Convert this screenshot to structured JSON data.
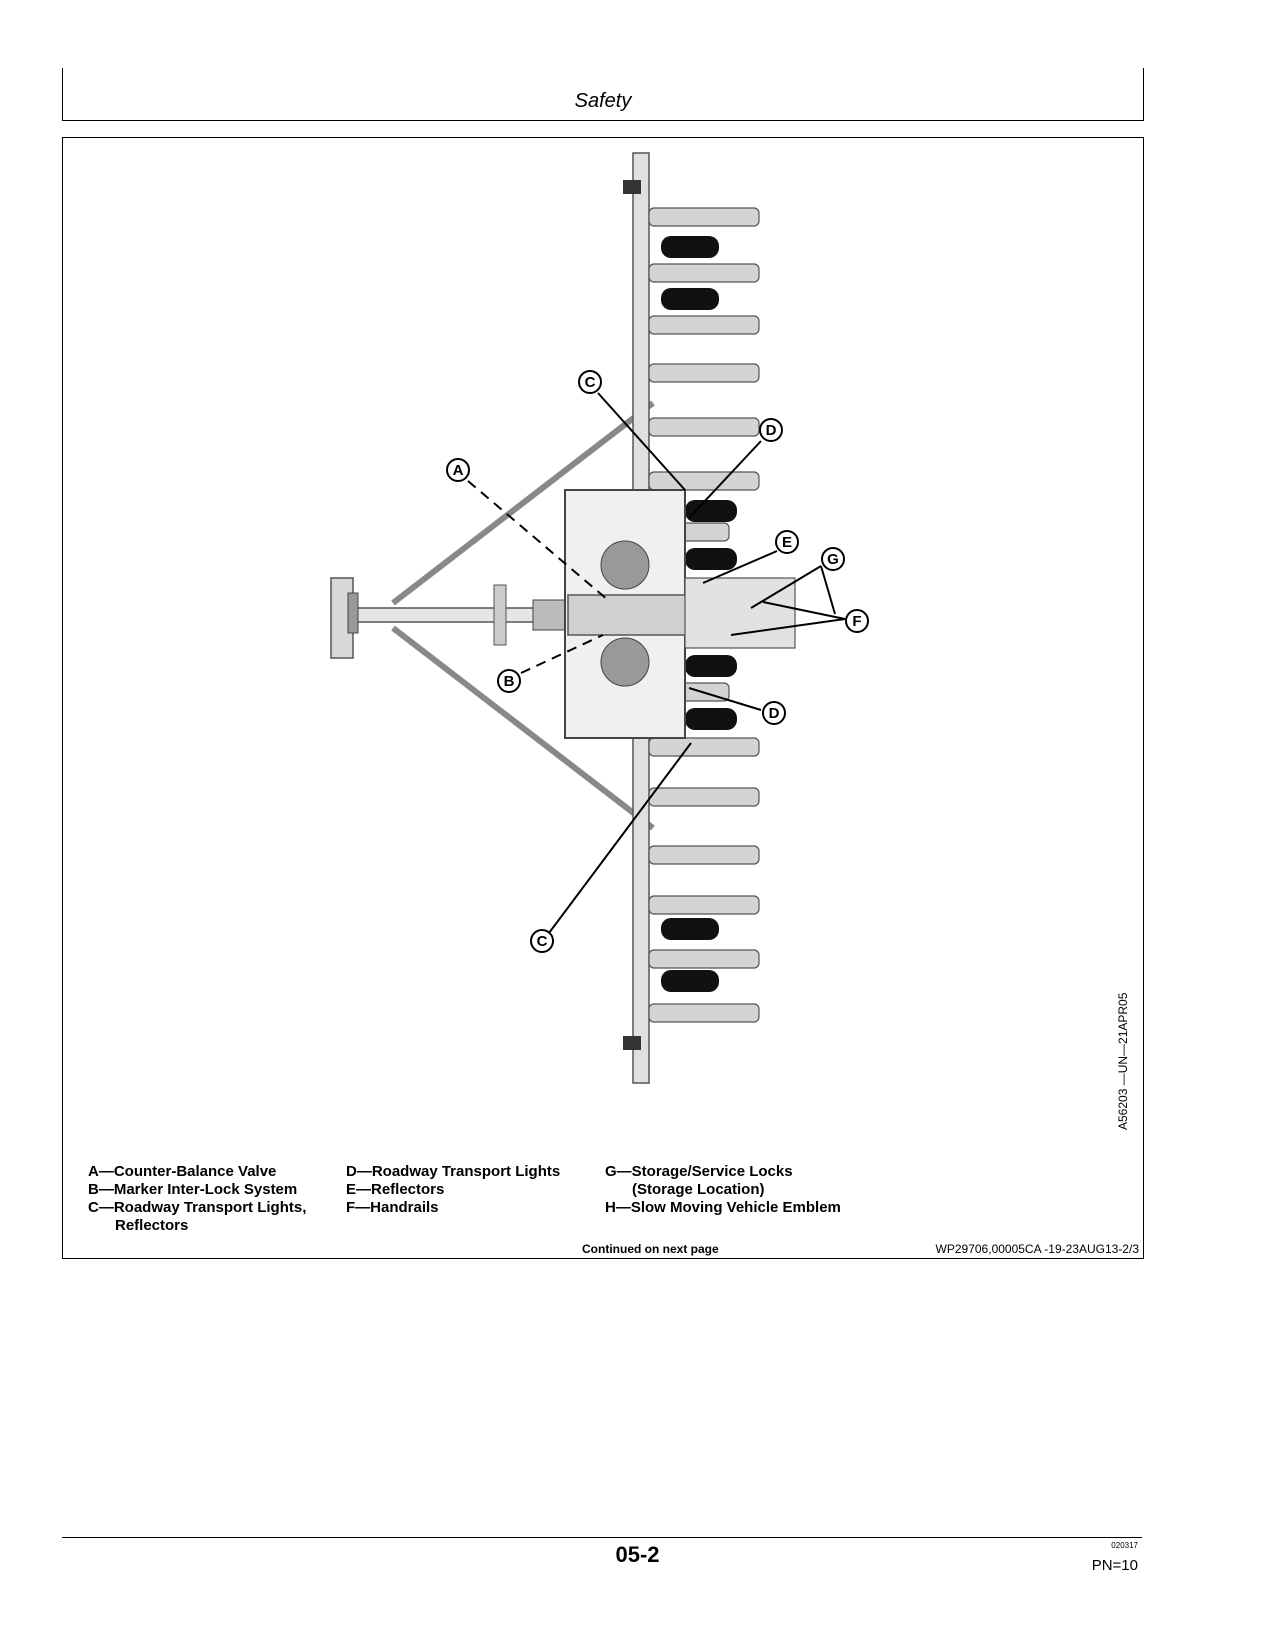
{
  "header": {
    "title": "Safety"
  },
  "figure": {
    "id": "A56203 —UN—21APR05",
    "callouts": [
      "A",
      "B",
      "C",
      "C",
      "D",
      "D",
      "E",
      "F",
      "G"
    ]
  },
  "legend": {
    "col1": [
      "A—Counter-Balance Valve",
      "B—Marker Inter-Lock System",
      "C—Roadway Transport Lights,",
      "Reflectors"
    ],
    "col2": [
      "D—Roadway Transport Lights",
      "E—Reflectors",
      "F—Handrails"
    ],
    "col3": [
      "G—Storage/Service Locks",
      "(Storage Location)",
      "H—Slow Moving Vehicle Emblem"
    ]
  },
  "continued": "Continued on next page",
  "doc_ref": "WP29706,00005CA -19-23AUG13-2/3",
  "footer": {
    "page_number": "05-2",
    "code": "020317",
    "pn": "PN=10"
  }
}
